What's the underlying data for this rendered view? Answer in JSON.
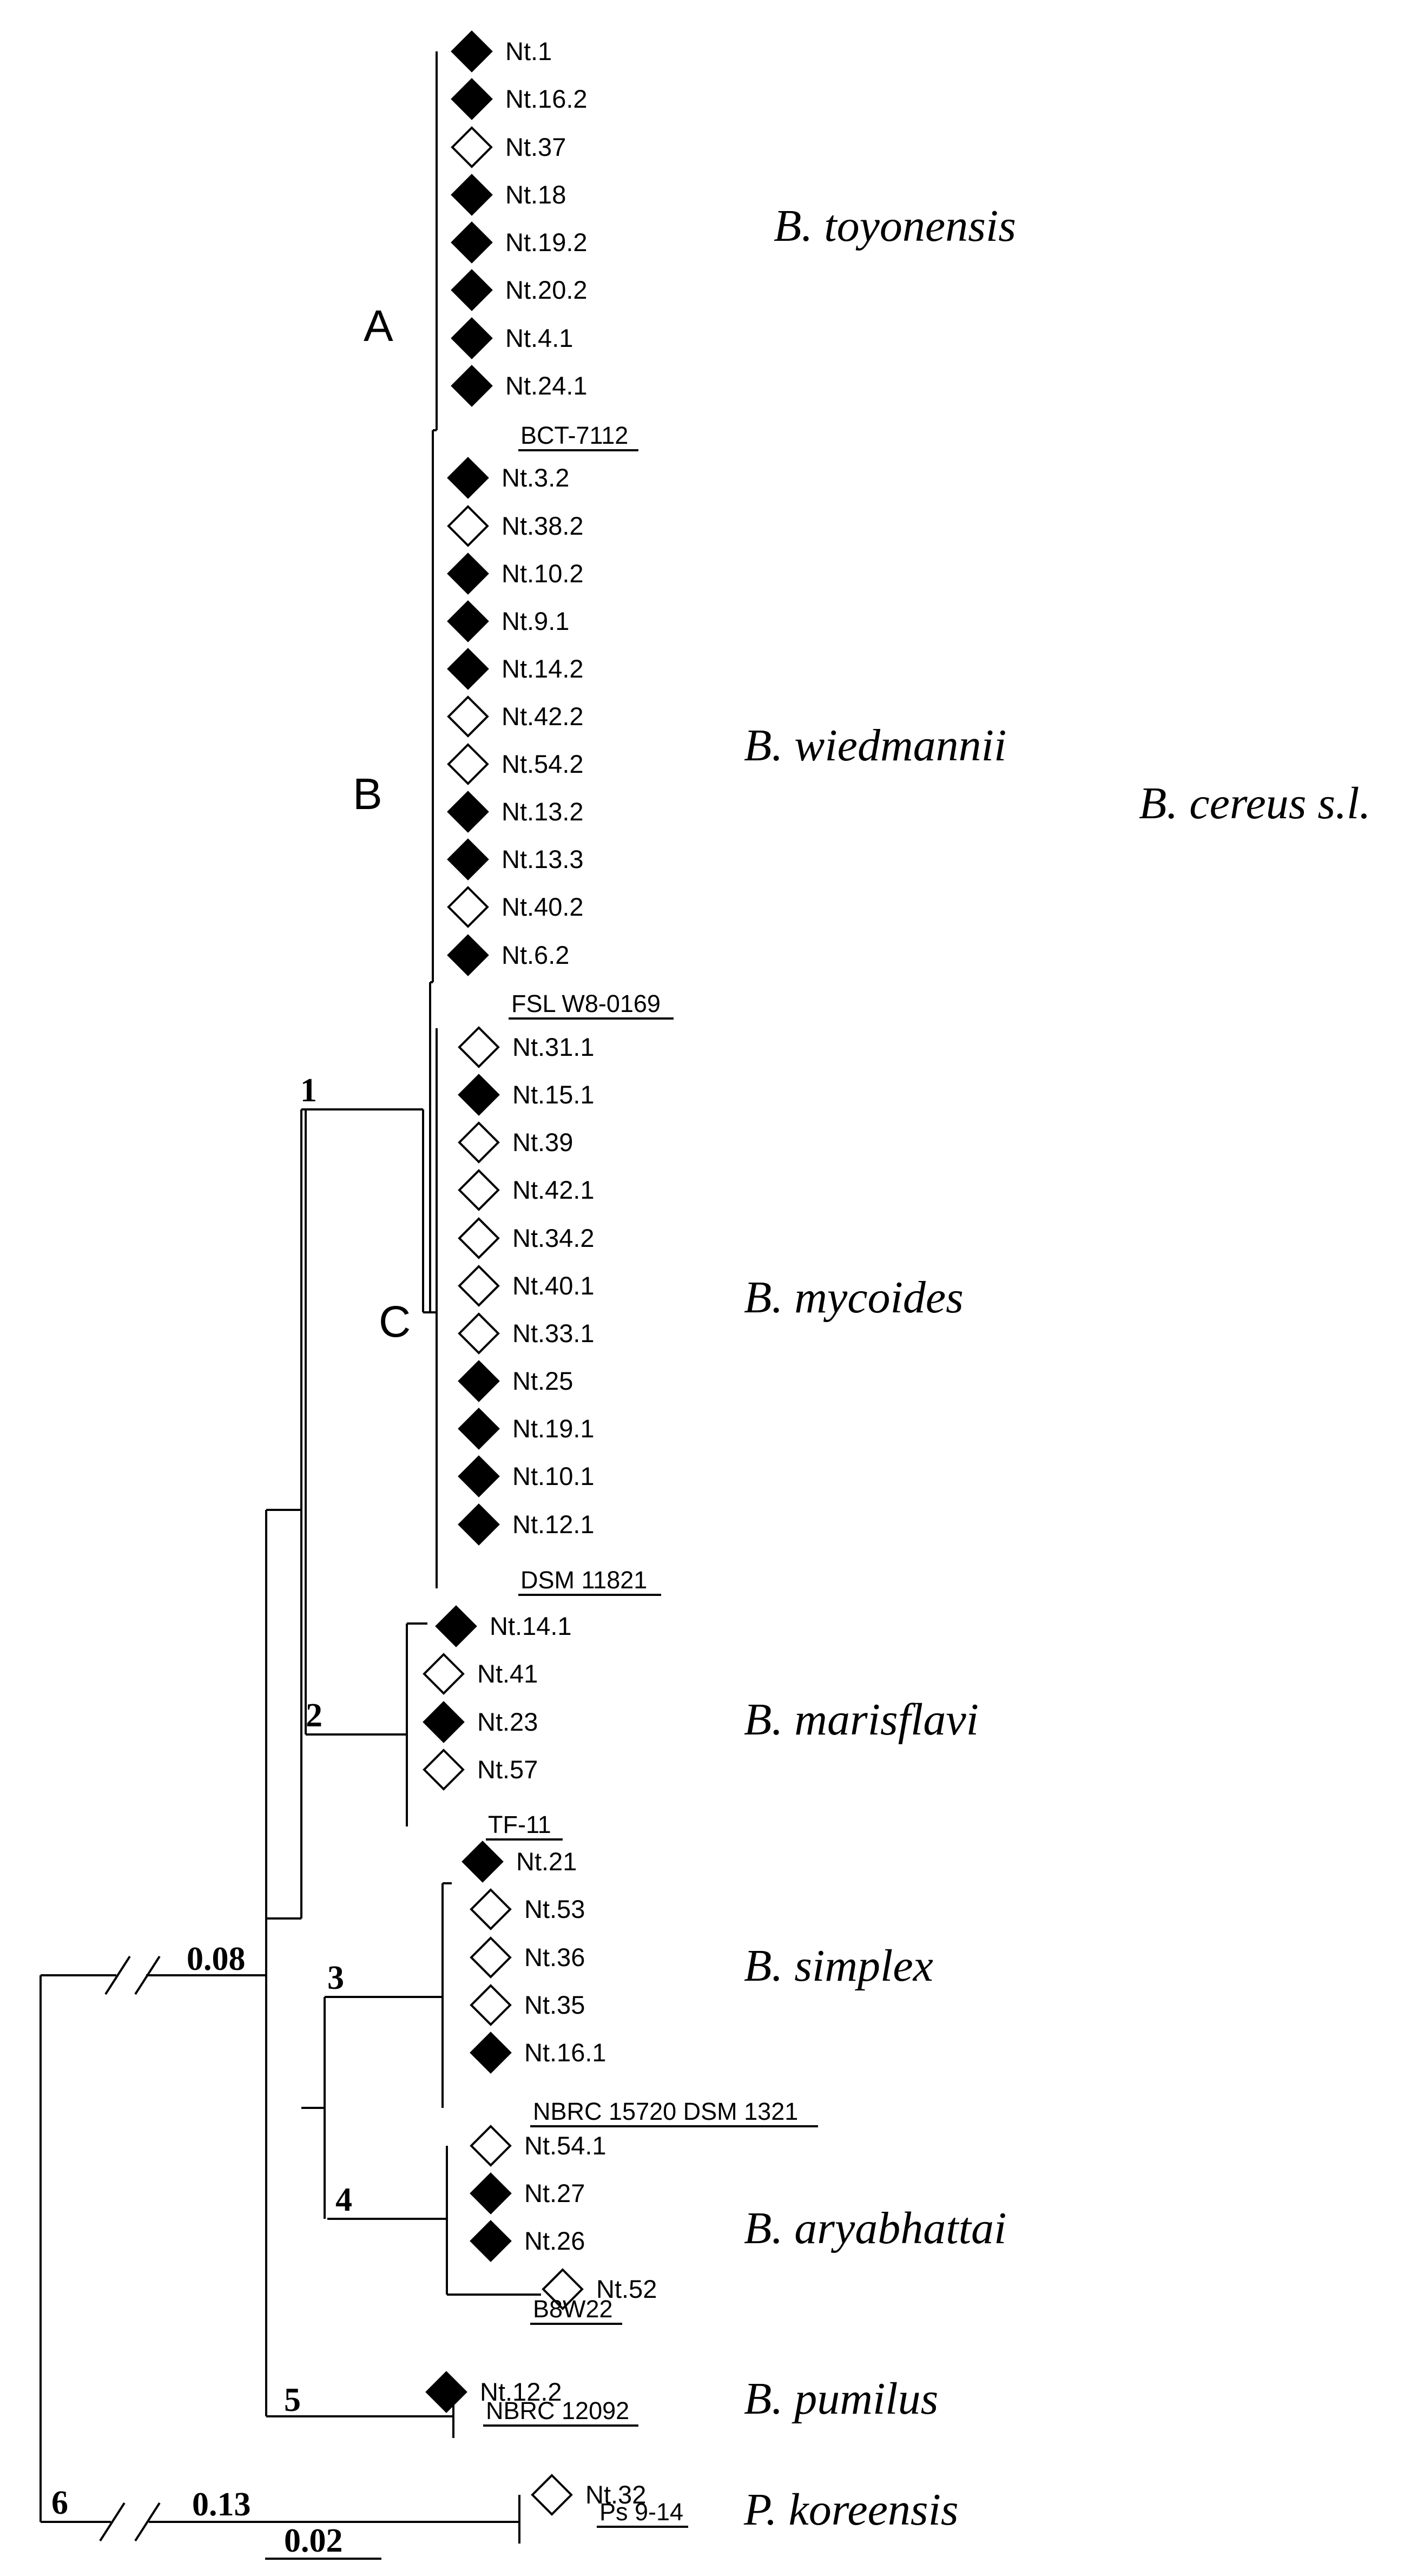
{
  "taxa": [
    {
      "label": "Nt.1",
      "filled": true
    },
    {
      "label": "Nt.16.2",
      "filled": true
    },
    {
      "label": "Nt.37",
      "filled": false
    },
    {
      "label": "Nt.18",
      "filled": true
    },
    {
      "label": "Nt.19.2",
      "filled": true
    },
    {
      "label": "Nt.20.2",
      "filled": true
    },
    {
      "label": "Nt.4.1",
      "filled": true
    },
    {
      "label": "Nt.24.1",
      "filled": true
    },
    {
      "label": "Nt.3.2",
      "filled": true
    },
    {
      "label": "Nt.38.2",
      "filled": false
    },
    {
      "label": "Nt.10.2",
      "filled": true
    },
    {
      "label": "Nt.9.1",
      "filled": true
    },
    {
      "label": "Nt.14.2",
      "filled": true
    },
    {
      "label": "Nt.42.2",
      "filled": false
    },
    {
      "label": "Nt.54.2",
      "filled": false
    },
    {
      "label": "Nt.13.2",
      "filled": true
    },
    {
      "label": "Nt.13.3",
      "filled": true
    },
    {
      "label": "Nt.40.2",
      "filled": false
    },
    {
      "label": "Nt.6.2",
      "filled": true
    },
    {
      "label": "Nt.31.1",
      "filled": false
    },
    {
      "label": "Nt.15.1",
      "filled": true
    },
    {
      "label": "Nt.39",
      "filled": false
    },
    {
      "label": "Nt.42.1",
      "filled": false
    },
    {
      "label": "Nt.34.2",
      "filled": false
    },
    {
      "label": "Nt.40.1",
      "filled": false
    },
    {
      "label": "Nt.33.1",
      "filled": false
    },
    {
      "label": "Nt.25",
      "filled": true
    },
    {
      "label": "Nt.19.1",
      "filled": true
    },
    {
      "label": "Nt.10.1",
      "filled": true
    },
    {
      "label": "Nt.12.1",
      "filled": true
    },
    {
      "label": "Nt.14.1",
      "filled": true
    },
    {
      "label": "Nt.41",
      "filled": false
    },
    {
      "label": "Nt.23",
      "filled": true
    },
    {
      "label": "Nt.57",
      "filled": false
    },
    {
      "label": "Nt.21",
      "filled": true
    },
    {
      "label": "Nt.53",
      "filled": false
    },
    {
      "label": "Nt.36",
      "filled": false
    },
    {
      "label": "Nt.35",
      "filled": false
    },
    {
      "label": "Nt.16.1",
      "filled": true
    },
    {
      "label": "Nt.54.1",
      "filled": false
    },
    {
      "label": "Nt.27",
      "filled": true
    },
    {
      "label": "Nt.26",
      "filled": true
    },
    {
      "label": "Nt.52",
      "filled": false
    },
    {
      "label": "Nt.12.2",
      "filled": true
    },
    {
      "label": "Nt.32",
      "filled": false
    }
  ],
  "reference_strains": [
    "BCT-7112",
    "FSL W8-0169",
    "DSM 11821",
    "TF-11",
    "NBRC 15720 DSM 1321",
    "B8W22",
    "NBRC 12092",
    "Ps 9-14"
  ],
  "species": [
    "B. toyonensis",
    "B. wiedmannii",
    "B. cereus s.l.",
    "B. mycoides",
    "B. marisflavi",
    "B. simplex",
    "B. aryabhattai",
    "B. pumilus",
    "P. koreensis"
  ],
  "subclades": [
    "A",
    "B",
    "C"
  ],
  "clusters": [
    "1",
    "2",
    "3",
    "4",
    "5",
    "6"
  ],
  "branch_lengths": [
    "0.08",
    "0.13"
  ],
  "scale_bar": "0.02",
  "marker_colors": {
    "filled": "#000000",
    "outline": "#000000"
  }
}
